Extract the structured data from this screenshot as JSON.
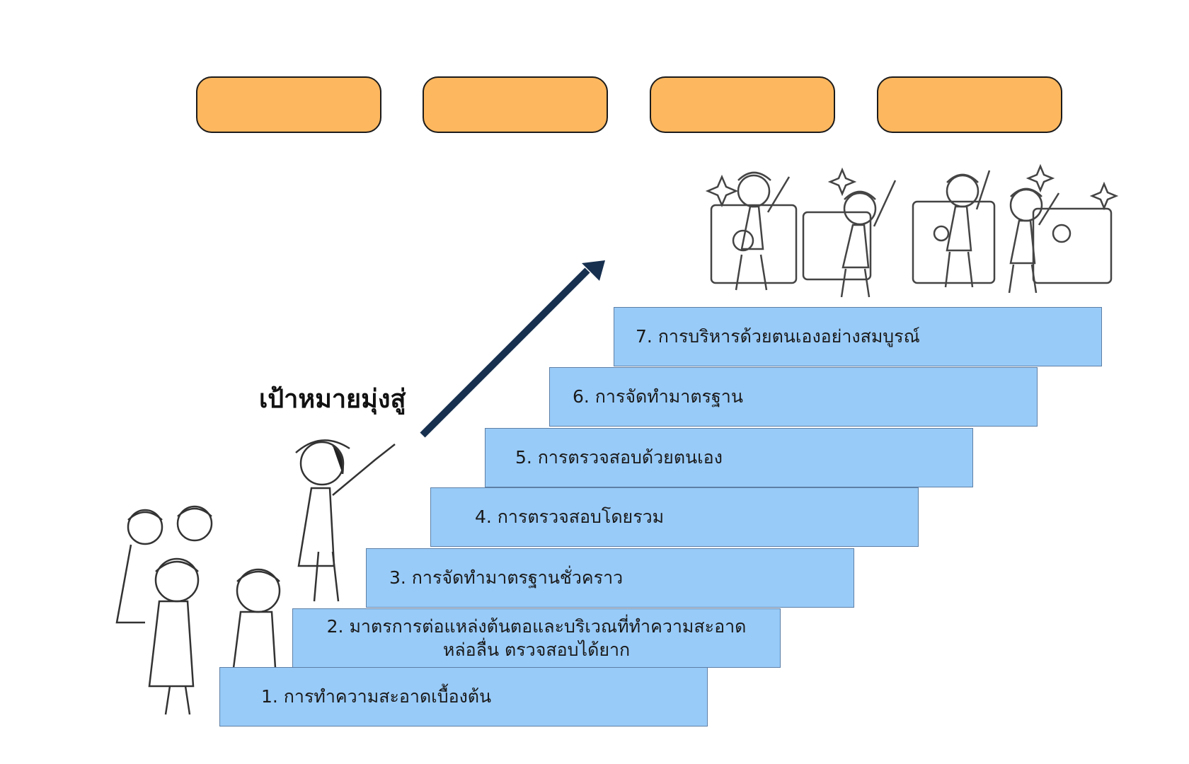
{
  "goal_label": "เป้าหมายมุ่งสู่",
  "top_boxes": [
    "",
    "",
    "",
    ""
  ],
  "steps": [
    {
      "label": "1.  การทำความสะอาดเบื้องต้น"
    },
    {
      "label_line1": "2. มาตรการต่อแหล่งต้นตอและบริเวณที่ทำความสะอาด",
      "label_line2": "หล่อลื่น ตรวจสอบได้ยาก"
    },
    {
      "label": "3. การจัดทำมาตรฐานชั่วคราว"
    },
    {
      "label": "4. การตรวจสอบโดยรวม"
    },
    {
      "label": "5. การตรวจสอบด้วยตนเอง"
    },
    {
      "label": "6. การจัดทำมาตรฐาน"
    },
    {
      "label": "7. การบริหารด้วยตนเองอย่างสมบูรณ์"
    }
  ],
  "colors": {
    "top_box_fill": "#FDB75E",
    "step_fill": "#99CBF8",
    "arrow": "#17304F"
  },
  "illustrations": [
    "workers-group-icon",
    "pointing-leader-icon",
    "celebrating-workers-icon"
  ]
}
